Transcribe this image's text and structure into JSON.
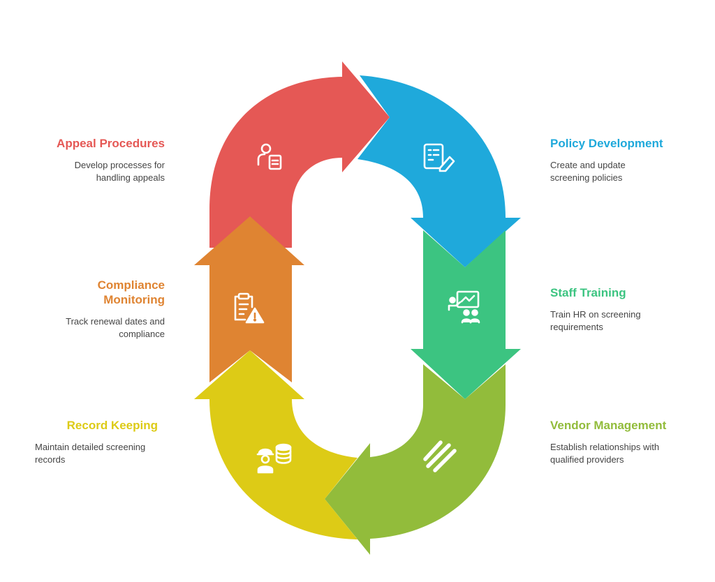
{
  "steps": [
    {
      "id": "policy",
      "title": "Policy Development",
      "description": "Create and update\nscreening policies",
      "color": "#1FA9DB",
      "icon": "document-pen-icon"
    },
    {
      "id": "training",
      "title": "Staff Training",
      "description": "Train HR on screening\nrequirements",
      "color": "#3CC481",
      "icon": "presentation-icon"
    },
    {
      "id": "vendor",
      "title": "Vendor Management",
      "description": "Establish relationships with\nqualified providers",
      "color": "#92BC3B",
      "icon": "bars-icon"
    },
    {
      "id": "record",
      "title": "Record Keeping",
      "description": "Maintain detailed screening\nrecords",
      "color": "#DDCB16",
      "icon": "worker-database-icon"
    },
    {
      "id": "compliance",
      "title": "Compliance\nMonitoring",
      "description": "Track renewal dates and\ncompliance",
      "color": "#DF8432",
      "icon": "clipboard-warning-icon"
    },
    {
      "id": "appeal",
      "title": "Appeal Procedures",
      "description": "Develop processes for\nhandling appeals",
      "color": "#E55855",
      "icon": "person-document-icon"
    }
  ]
}
